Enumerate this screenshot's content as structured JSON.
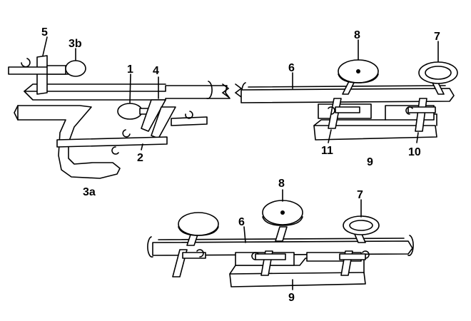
{
  "labels": {
    "l5": "5",
    "l3b": "3b",
    "l1": "1",
    "l4": "4",
    "l6_top": "6",
    "l8_top": "8",
    "l7_top": "7",
    "l2": "2",
    "l3a": "3a",
    "l11": "11",
    "l9_top": "9",
    "l10": "10",
    "l8_bottom": "8",
    "l7_bottom": "7",
    "l6_bottom": "6",
    "l9_bottom": "9"
  }
}
